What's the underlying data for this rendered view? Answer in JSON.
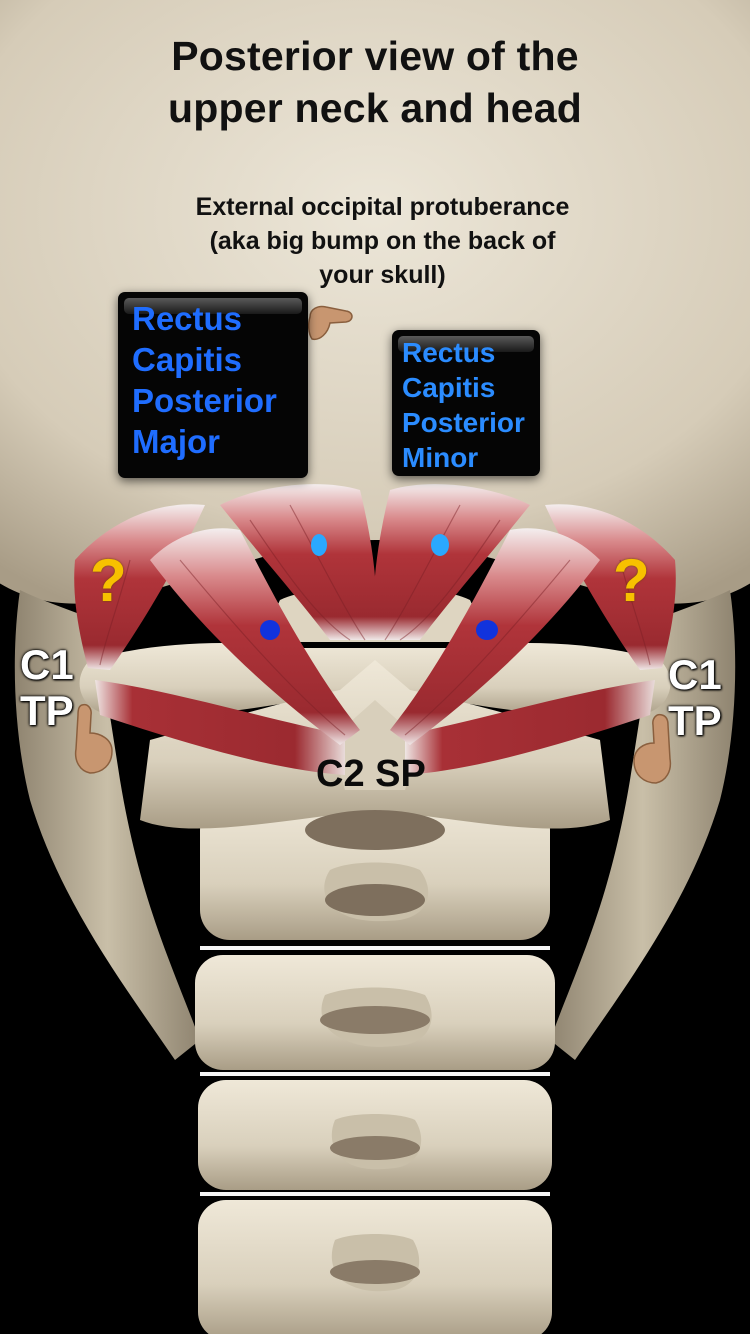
{
  "title_lines": [
    "Posterior view of the",
    "upper neck and head"
  ],
  "landmark_note": [
    "External occipital protuberance",
    "(aka big bump on the back of",
    "your skull)"
  ],
  "label_major": [
    "Rectus",
    "Capitis",
    "Posterior",
    "Major"
  ],
  "label_minor": [
    "Rectus",
    "Capitis",
    "Posterior",
    "Minor"
  ],
  "c1_left": [
    "C1",
    "TP"
  ],
  "c1_right": [
    "C1",
    "TP"
  ],
  "c2_label": "C2 SP",
  "question_mark": "?",
  "colors": {
    "label_blue": "#1f6dff",
    "question_yellow": "#f7c100",
    "muscle_red": "#b0343a",
    "bone": "#e4dccb",
    "background": "#000000"
  }
}
